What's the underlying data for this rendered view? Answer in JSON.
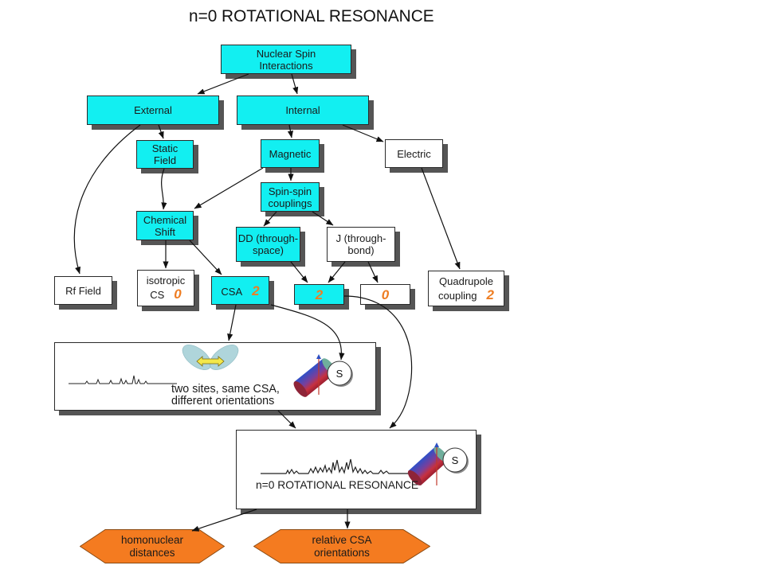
{
  "title": "n=0 ROTATIONAL RESONANCE",
  "colors": {
    "box_cyan": "#12EFF1",
    "order_orange": "#EE7D22",
    "outcome_orange": "#F47B20",
    "shadow": "#555555"
  },
  "nodes": {
    "nuclear_spin": {
      "lines": [
        "Nuclear Spin",
        "Interactions"
      ]
    },
    "external": {
      "lines": [
        "External"
      ]
    },
    "internal": {
      "lines": [
        "Internal"
      ]
    },
    "static_field": {
      "lines": [
        "Static",
        "Field"
      ]
    },
    "magnetic": {
      "lines": [
        "Magnetic"
      ]
    },
    "electric": {
      "lines": [
        "Electric"
      ]
    },
    "spin_spin": {
      "lines": [
        "Spin-spin",
        "couplings"
      ]
    },
    "chemical_shift": {
      "lines": [
        "Chemical",
        "Shift"
      ]
    },
    "dipolar": {
      "lines": [
        "DD (through-",
        "space)"
      ]
    },
    "j_coupling": {
      "lines": [
        "J (through-",
        "bond)"
      ]
    },
    "rf_field": {
      "lines": [
        "Rf Field"
      ]
    },
    "isotropic_cs": {
      "lines": [
        "isotropic",
        "CS"
      ],
      "rank": "0"
    },
    "csa": {
      "lines": [
        "CSA"
      ],
      "rank": "2"
    },
    "coupling_rank_2": {
      "rank": "2"
    },
    "coupling_rank_0": {
      "rank": "0"
    },
    "quadrupole": {
      "lines": [
        "Quadrupole",
        "coupling"
      ],
      "rank": "2"
    }
  },
  "panels": {
    "csa_orientation": {
      "caption": [
        "two sites, same CSA,",
        "different orientations"
      ],
      "rotor_label": "S"
    },
    "rotational_resonance": {
      "caption": "n=0 ROTATIONAL RESONANCE",
      "rotor_label": "S"
    }
  },
  "outcomes": [
    {
      "lines": [
        "homonuclear",
        "distances"
      ]
    },
    {
      "lines": [
        "relative CSA",
        "orientations"
      ]
    }
  ]
}
